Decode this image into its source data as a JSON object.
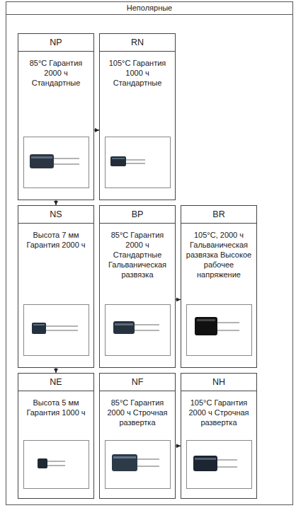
{
  "diagram": {
    "nodes": [
      {
        "text": [
          "Неполярные"
        ]
      },
      {
        "text": [
          "NP",
          "85°C Гарантия 2000 ч Стандартные"
        ],
        "in": 0
      },
      {
        "text": [
          "RN",
          "105°C Гарантия 1000 ч Стандартные"
        ],
        "in": 0
      },
      {
        "text": [
          "NS",
          "Высота 7 мм Гарантия 2000 ч"
        ],
        "in": 0
      },
      {
        "text": [
          "BP",
          "85°C Гарантия 2000 ч Стандартные Гальваническая развязка"
        ],
        "in": 0
      },
      {
        "text": [
          "BR",
          "105°C, 2000 ч Гальваническая развязка Высокое рабочее напряжение"
        ],
        "in": 0
      },
      {
        "text": [
          "NE",
          "Высота 5 мм Гарантия 1000 ч"
        ],
        "in": 0
      },
      {
        "text": [
          "NF",
          "85°C Гарантия 2000 ч Строчная развертка"
        ],
        "in": 0
      },
      {
        "text": [
          "NH",
          "105°C Гарантия 2000 ч Строчная развертка"
        ],
        "in": 0
      }
    ],
    "edges": [
      {
        "from": 1,
        "to": 2,
        "arrow": "to"
      },
      {
        "from": 1,
        "to": 3,
        "arrow": "to"
      },
      {
        "from": 4,
        "to": 5,
        "arrow": "to"
      },
      {
        "from": 3,
        "to": 6,
        "arrow": "to"
      },
      {
        "from": 7,
        "to": 8,
        "arrow": "to"
      }
    ]
  }
}
